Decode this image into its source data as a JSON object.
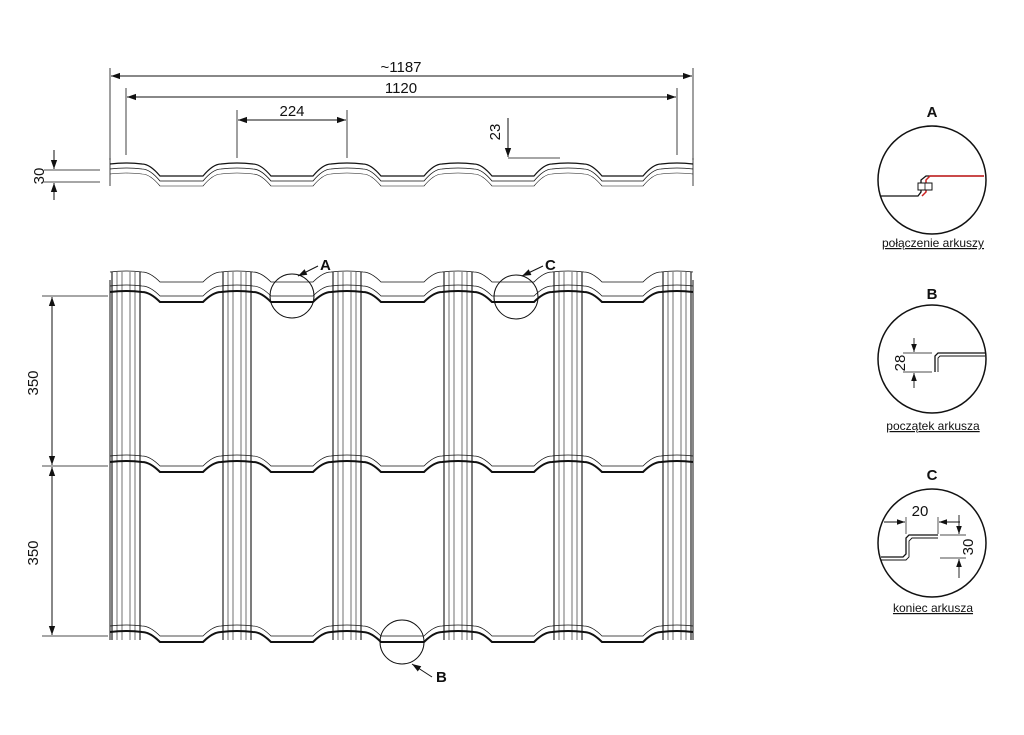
{
  "dimensions": {
    "overall_width": "~1187",
    "effective_width": "1120",
    "wave_pitch": "224",
    "wave_depth": "23",
    "step_height": "30",
    "module_length_upper": "350",
    "module_length_lower": "350"
  },
  "callouts": {
    "a": "A",
    "b": "B",
    "c": "C"
  },
  "details": [
    {
      "letter": "A",
      "caption": "połączenie arkuszy",
      "values": []
    },
    {
      "letter": "B",
      "caption": "początek arkusza",
      "values": [
        "28"
      ]
    },
    {
      "letter": "C",
      "caption": "koniec arkusza",
      "values": [
        "20",
        "30"
      ]
    }
  ],
  "colors": {
    "line": "#111111",
    "accent": "#cc2222"
  }
}
